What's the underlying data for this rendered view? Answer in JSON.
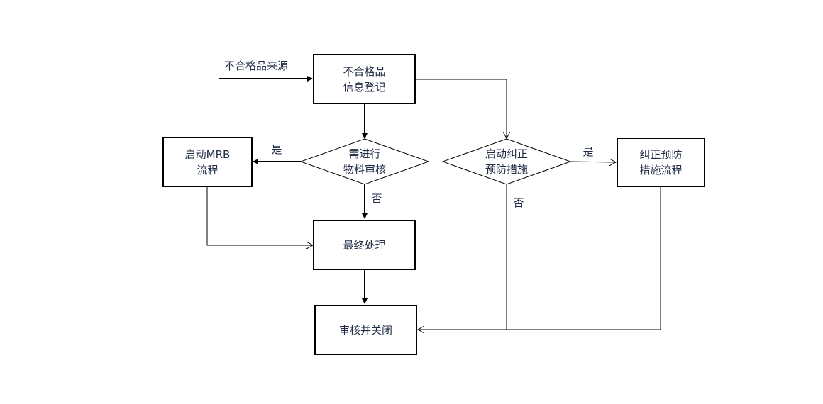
{
  "source_label": "不合格品来源",
  "nodes": {
    "register": {
      "line1": "不合格品",
      "line2": "信息登记"
    },
    "mrb_decision": {
      "line1": "需进行",
      "line2": "物料审核"
    },
    "mrb_process": {
      "line1": "启动MRB",
      "line2": "流程"
    },
    "final": {
      "label": "最终处理"
    },
    "close": {
      "label": "审核并关闭"
    },
    "capa_decision": {
      "line1": "启动纠正",
      "line2": "预防措施"
    },
    "capa_process": {
      "line1": "纠正预防",
      "line2": "措施流程"
    }
  },
  "edge_labels": {
    "mrb_yes": "是",
    "mrb_no": "否",
    "capa_yes": "是",
    "capa_no": "否"
  },
  "colors": {
    "stroke": "#000000",
    "text": "#1f2a44",
    "background": "#ffffff"
  }
}
